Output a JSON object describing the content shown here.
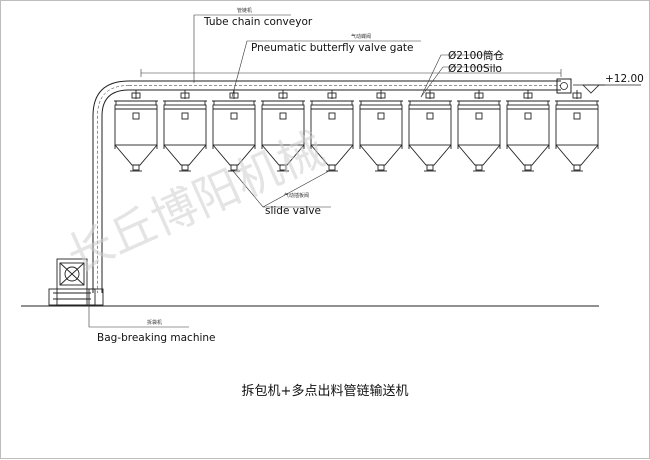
{
  "labels": {
    "tube_chain_conveyor": "Tube chain conveyor",
    "pneumatic_valve": "Pneumatic butterfly valve gate",
    "silo_2100_cn": "Ø2100筒仓",
    "silo_2100": "Ø2100Silo",
    "elevation": "+12.00",
    "slide_valve": "slide valve",
    "bag_breaking": "Bag-breaking machine",
    "cn_tube_chain": "管链机",
    "cn_pneumatic": "气动蝶阀",
    "cn_slide_valve": "气动插板阀",
    "cn_bag_breaking": "拆袋机"
  },
  "caption": "拆包机+多点出料管链输送机",
  "watermark": "长丘博阳机械",
  "silo_count": 10
}
